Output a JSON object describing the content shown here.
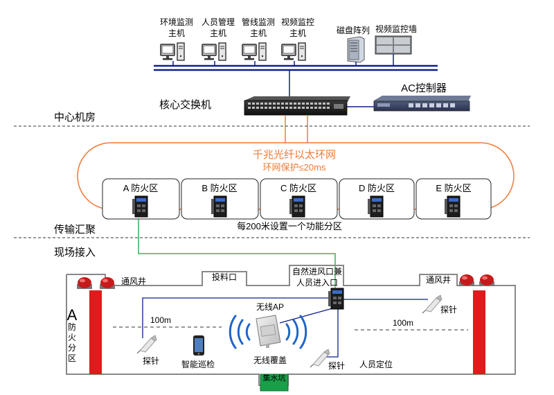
{
  "hosts": [
    {
      "line1": "环境监测",
      "line2": "主机"
    },
    {
      "line1": "人员管理",
      "line2": "主机"
    },
    {
      "line1": "管线监测",
      "line2": "主机"
    },
    {
      "line1": "视频监控",
      "line2": "主机"
    }
  ],
  "disk_array": "磁盘阵列",
  "video_wall": "视频监控墙",
  "core_switch": "核心交换机",
  "ac_controller": "AC控制器",
  "zones": {
    "center": "中心机房",
    "transport": "传输汇聚",
    "field": "现场接入"
  },
  "ring": {
    "title": "千兆光纤以太环网",
    "subtitle": "环网保护≤20ms"
  },
  "fire_zones": [
    "A 防火区",
    "B 防火区",
    "C 防火区",
    "D 防火区",
    "E 防火区"
  ],
  "fire_zone_note": "每200米设置一个功能分区",
  "tunnel": {
    "vent_left": "通风井",
    "vent_right": "通风井",
    "feed_port": "投料口",
    "inlet_line1": "自然进风口兼",
    "inlet_line2": "人员进入口",
    "zone_letter": "A",
    "zone_chars": [
      "防",
      "火",
      "分",
      "区"
    ],
    "distance_left": "100m",
    "distance_right": "100m",
    "wireless_ap": "无线AP",
    "wireless_cover": "无线覆盖",
    "patrol": "智能巡检",
    "probe_left": "探针",
    "probe_right_top": "探针",
    "probe_bottom": "探针",
    "positioning": "人员定位",
    "sump": "集水坑"
  },
  "colors": {
    "bus": "#0c1e8c",
    "ring": "#f07a35",
    "ring_text": "#f07a35",
    "red_bar": "#e01b1b",
    "green_link": "#1aa040",
    "sump": "#18a048"
  }
}
